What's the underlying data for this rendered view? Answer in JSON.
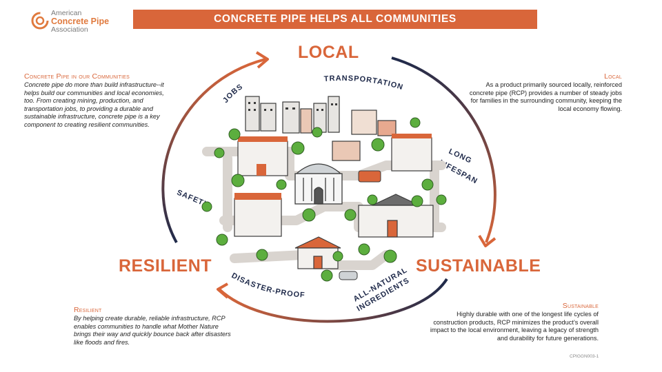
{
  "logo": {
    "line1": "American",
    "line2": "Concrete Pipe",
    "line3": "Association"
  },
  "banner": {
    "title": "CONCRETE PIPE HELPS ALL COMMUNITIES"
  },
  "labels": {
    "local": "LOCAL",
    "sustainable": "SUSTAINABLE",
    "resilient": "RESILIENT"
  },
  "ring_labels": {
    "jobs": "JOBS",
    "transportation": "TRANSPORTATION",
    "long_lifespan_1": "LONG",
    "long_lifespan_2": "LIFESPAN",
    "safety": "SAFETY",
    "disaster_proof": "DISASTER-PROOF",
    "all_natural_1": "ALL-NATURAL",
    "all_natural_2": "INGREDIENTS"
  },
  "panels": {
    "communities": {
      "heading": "Concrete Pipe in our Communities",
      "body": "Concrete pipe do more than build infrastructure--it helps build our communities and local economies, too.  From creating mining, production, and transportation jobs, to providing a durable and sustainable infrastructure, concrete pipe is a key component to creating resilient communities."
    },
    "local": {
      "heading": "Local",
      "body": "As a product primarily sourced locally, reinforced concrete pipe (RCP) provides a number of steady jobs for families in the surrounding community, keeping the local economy flowing."
    },
    "resilient": {
      "heading": "Resilient",
      "body": "By helping create durable, reliable infrastructure, RCP enables communities to handle what Mother Nature brings their way and quickly bounce back after disasters like floods and fires."
    },
    "sustainable": {
      "heading": "Sustainable",
      "body": "Highly durable with one of the longest life cycles of construction products, RCP minimizes the product’s overall impact to the local environment, leaving a legacy of strength and durability for future generations."
    }
  },
  "footer": {
    "code": "CPIGGN003-1"
  },
  "colors": {
    "orange": "#d9663a",
    "navy": "#1f2a4a",
    "pipe_gray": "#d9d4cf"
  }
}
